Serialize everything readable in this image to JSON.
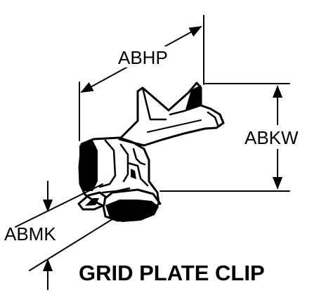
{
  "title": "GRID PLATE CLIP",
  "dimensions": {
    "width_label": "ABHP",
    "height_label": "ABKW",
    "thickness_label": "ABMK"
  },
  "icons": [
    "grid-plate-clip-drawing"
  ]
}
